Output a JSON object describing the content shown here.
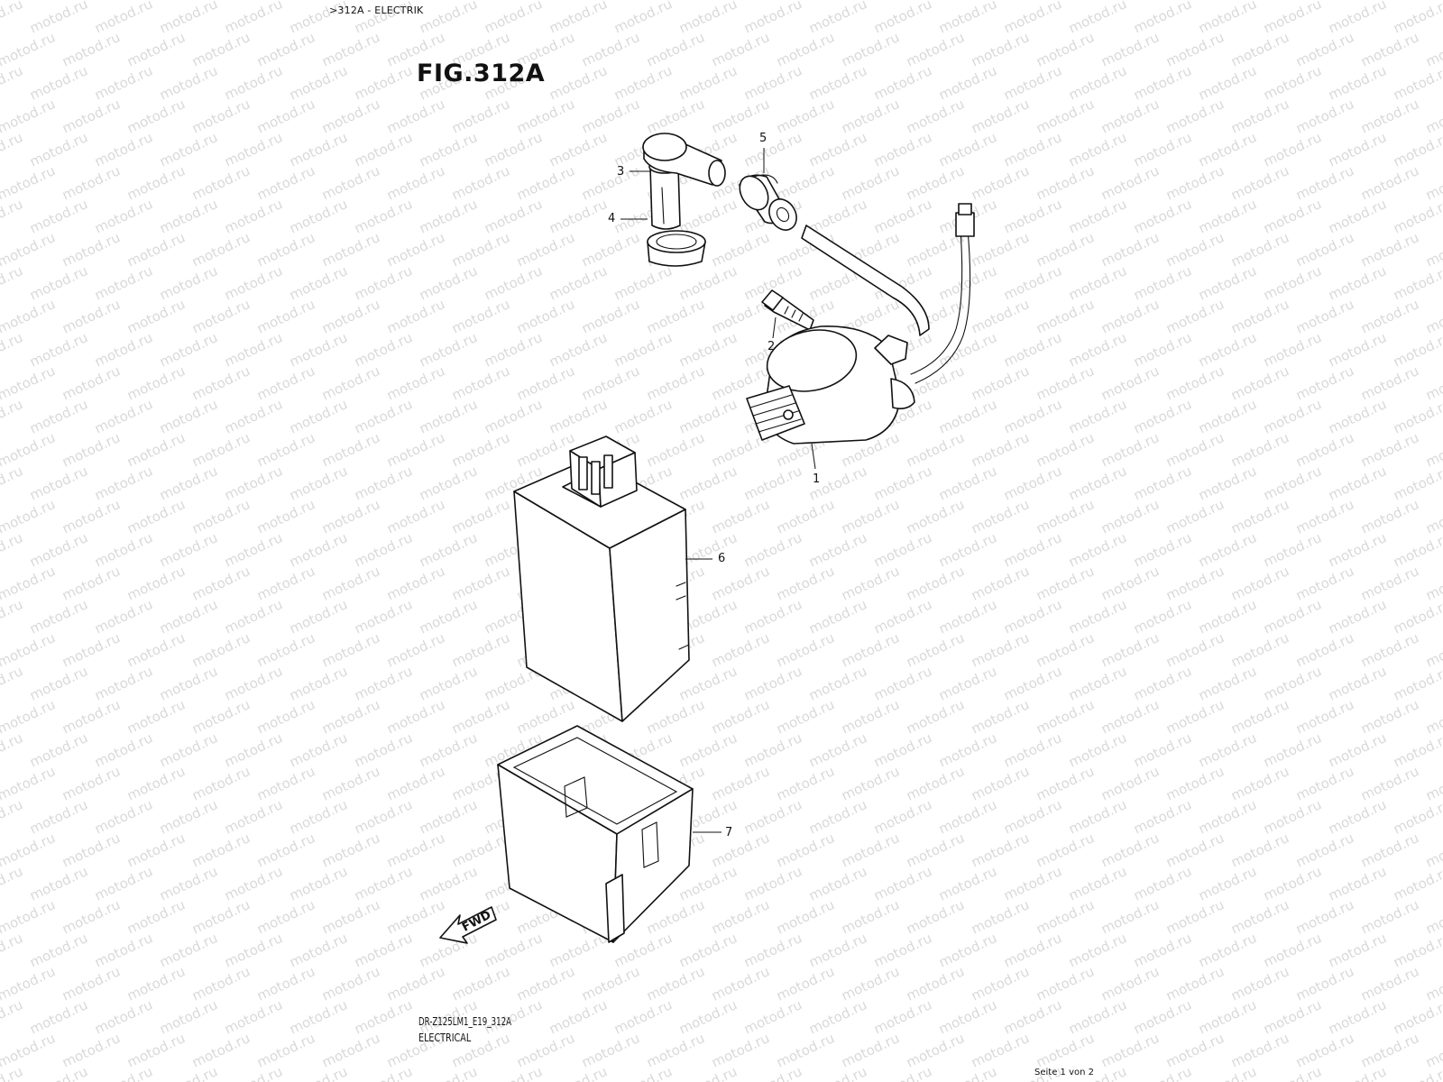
{
  "breadcrumb": ">312A - ELECTRIK",
  "figure_title": "FIG.312A",
  "watermark": "motod.ru",
  "callouts": [
    "1",
    "2",
    "3",
    "4",
    "5",
    "6",
    "7"
  ],
  "fwd_label": "FWD",
  "diagram_code": "DR-Z125LM1_E19_312A",
  "section_name": "ELECTRICAL",
  "page_indicator": "Seite 1 von 2"
}
